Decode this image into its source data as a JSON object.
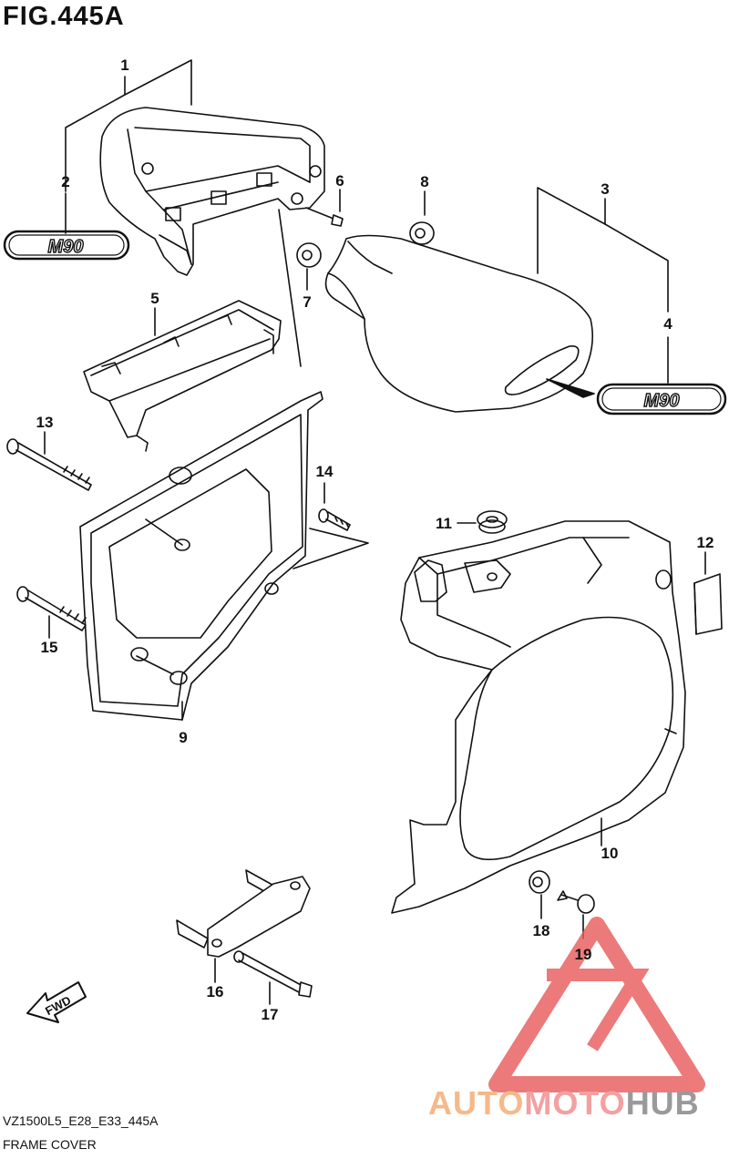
{
  "figure": {
    "title": "FIG.445A",
    "model_code": "VZ1500L5_E28_E33_445A",
    "section_name": "FRAME COVER"
  },
  "callouts": [
    {
      "id": "1",
      "text": "1"
    },
    {
      "id": "2",
      "text": "2"
    },
    {
      "id": "3",
      "text": "3"
    },
    {
      "id": "4",
      "text": "4"
    },
    {
      "id": "5",
      "text": "5"
    },
    {
      "id": "6",
      "text": "6"
    },
    {
      "id": "7",
      "text": "7"
    },
    {
      "id": "8",
      "text": "8"
    },
    {
      "id": "9",
      "text": "9"
    },
    {
      "id": "10",
      "text": "10"
    },
    {
      "id": "11",
      "text": "11"
    },
    {
      "id": "12",
      "text": "12"
    },
    {
      "id": "13",
      "text": "13"
    },
    {
      "id": "14",
      "text": "14"
    },
    {
      "id": "15",
      "text": "15"
    },
    {
      "id": "16",
      "text": "16"
    },
    {
      "id": "17",
      "text": "17"
    },
    {
      "id": "18",
      "text": "18"
    },
    {
      "id": "19",
      "text": "19"
    }
  ],
  "emblems": {
    "left": "M90",
    "right": "M90"
  },
  "fwd_label": "FWD",
  "watermark": {
    "part1": "AUTO",
    "part2": "MOTO",
    "part3": "HUB"
  },
  "colors": {
    "line": "#111111",
    "watermark_red": "#e85a5a",
    "watermark_orange": "#f5b98a",
    "watermark_gray": "#9a9a9a"
  }
}
